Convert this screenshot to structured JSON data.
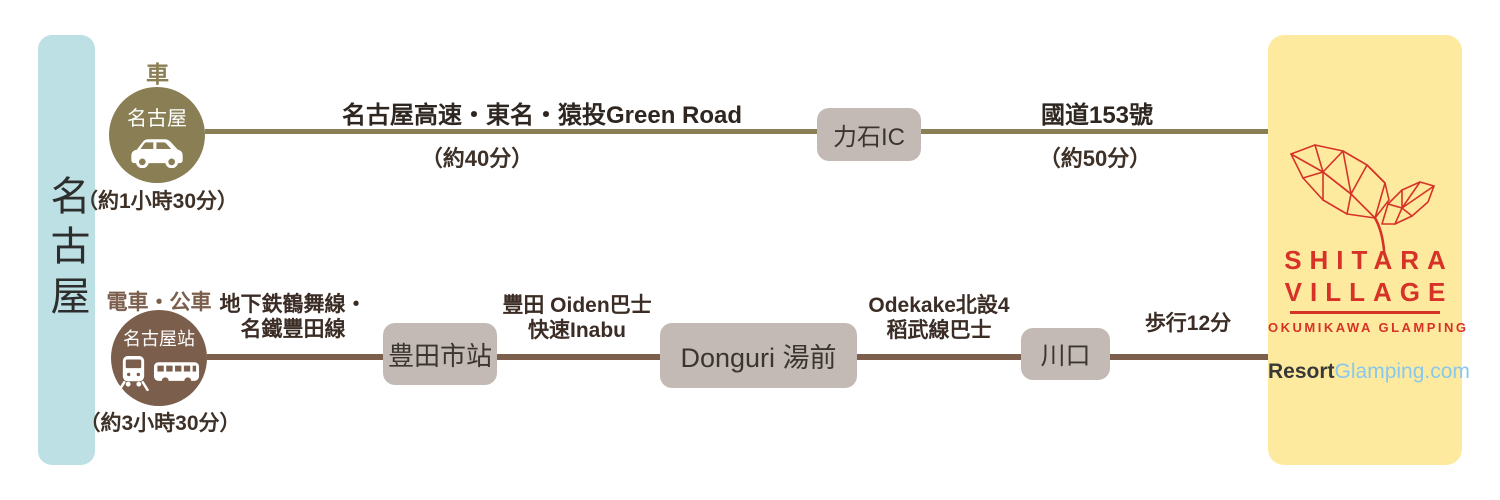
{
  "origin": {
    "label": "名古屋"
  },
  "destination": {
    "name_line1": "SHITARA",
    "name_line2": "VILLAGE",
    "subtitle": "OKUMIKAWA GLAMPING",
    "brand": {
      "resort": "Resort",
      "glamping": "Glamping.com"
    },
    "logo_icon": "leaf-logo-icon"
  },
  "routes": {
    "car": {
      "mode_label": "車",
      "color": "#8A7F54",
      "start": {
        "station": "名古屋",
        "duration": "（約1小時30分）",
        "icon": "car-icon"
      },
      "segment1": {
        "above": "名古屋高速・東名・猿投Green Road",
        "below": "（約40分）"
      },
      "stop1": "力石IC",
      "segment2": {
        "above": "國道153號",
        "below": "（約50分）"
      }
    },
    "transit": {
      "mode_label": "電車・公車",
      "color": "#7B5E4C",
      "start": {
        "station": "名古屋站",
        "duration": "（約3小時30分）",
        "icons": [
          "train-icon",
          "bus-icon"
        ]
      },
      "segment1": {
        "line1": "地下鉄鶴舞線・",
        "line2": "名鐵豐田線"
      },
      "stop1": "豊田市站",
      "segment2": {
        "line1": "豐田 Oiden巴士",
        "line2": "快速Inabu"
      },
      "stop2": "Donguri 湯前",
      "segment3": {
        "line1": "Odekake北設4",
        "line2": "稻武線巴士"
      },
      "stop3": "川口",
      "segment4": {
        "line1": "歩行12分"
      }
    }
  },
  "colors": {
    "origin_bg": "#BCE0E4",
    "car_route": "#8A7F54",
    "transit_route": "#7B5E4C",
    "stop_box": "#C4BAB5",
    "destination_bg": "#FEEA9E",
    "destination_accent": "#D63227",
    "brand_blue": "#88C8EC",
    "text_dark": "#2E2620"
  }
}
